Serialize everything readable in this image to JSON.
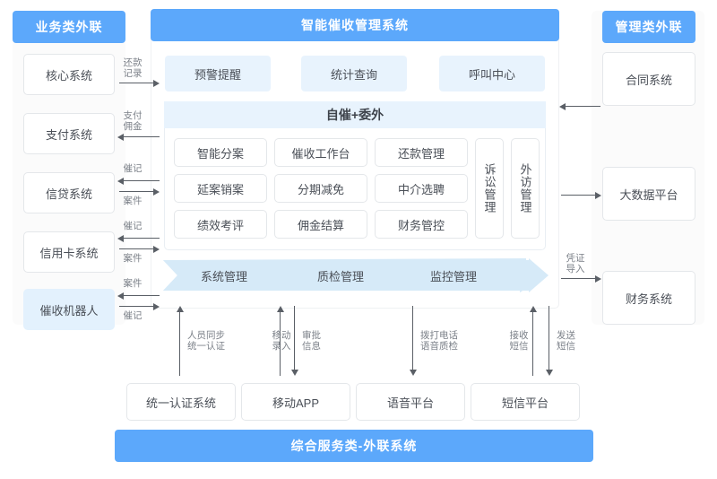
{
  "diagram": {
    "title_center": "智能催收管理系统",
    "left_panel": {
      "header": "业务类外联",
      "items": [
        {
          "label": "核心系统",
          "highlight": false
        },
        {
          "label": "支付系统",
          "highlight": false
        },
        {
          "label": "信贷系统",
          "highlight": false
        },
        {
          "label": "信用卡系统",
          "highlight": false
        },
        {
          "label": "催收机器人",
          "highlight": true
        }
      ]
    },
    "right_panel": {
      "header": "管理类外联",
      "items": [
        {
          "label": "合同系统"
        },
        {
          "label": "大数据平台"
        },
        {
          "label": "财务系统"
        }
      ]
    },
    "center": {
      "top_modules": [
        "预警提醒",
        "统计查询",
        "呼叫中心"
      ],
      "section_title": "自催+委外",
      "grid": [
        [
          "智能分案",
          "催收工作台",
          "还款管理"
        ],
        [
          "延案销案",
          "分期减免",
          "中介选聘"
        ],
        [
          "绩效考评",
          "佣金结算",
          "财务管控"
        ]
      ],
      "side_modules": [
        "诉讼管理",
        "外访管理"
      ],
      "banner_items": [
        "系统管理",
        "质检管理",
        "监控管理"
      ]
    },
    "bottom": {
      "items": [
        "统一认证系统",
        "移动APP",
        "语音平台",
        "短信平台"
      ],
      "footer": "综合服务类-外联系统"
    },
    "left_flows": [
      {
        "label": "还款\n记录",
        "direction": "right"
      },
      {
        "label": "支付\n佣金",
        "direction": "left"
      },
      {
        "label": "催记",
        "direction": "left"
      },
      {
        "label": "案件",
        "direction": "right"
      },
      {
        "label": "催记",
        "direction": "left"
      },
      {
        "label": "案件",
        "direction": "right"
      },
      {
        "label": "案件",
        "direction": "left"
      },
      {
        "label": "催记",
        "direction": "right"
      }
    ],
    "right_flows": [
      {
        "label": "",
        "direction": "left"
      },
      {
        "label": "",
        "direction": "right"
      },
      {
        "label": "凭证\n导入",
        "direction": "right"
      }
    ],
    "bottom_flows": [
      {
        "label": "人员同步\n统一认证",
        "direction": "up"
      },
      {
        "label": "移动\n录入",
        "direction": "up"
      },
      {
        "label": "审批\n信息",
        "direction": "down"
      },
      {
        "label": "拨打电话\n语音质检",
        "direction": "down"
      },
      {
        "label": "接收\n短信",
        "direction": "up"
      },
      {
        "label": "发送\n短信",
        "direction": "down"
      }
    ],
    "colors": {
      "brand_blue": "#5CA8FB",
      "light_blue": "#E8F3FD",
      "banner_blue": "#D6EAF8",
      "box_border": "#e4e7ea",
      "arrow": "#5a5f66",
      "text": "#4a4f57"
    }
  }
}
